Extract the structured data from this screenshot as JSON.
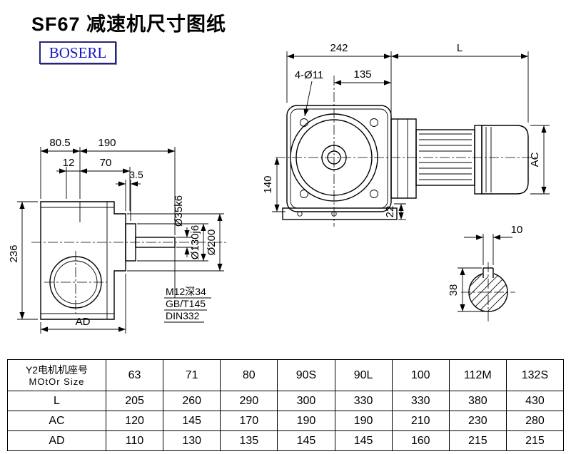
{
  "header": {
    "title": "SF67 减速机尺寸图纸",
    "brand": "BOSERL"
  },
  "main_view": {
    "dim_242": "242",
    "dim_L": "L",
    "label_holes": "4-Ø11",
    "dim_135": "135",
    "dim_140": "140",
    "dim_22": "22",
    "dim_AC": "AC"
  },
  "side_view": {
    "dim_80_5": "80.5",
    "dim_190": "190",
    "dim_12": "12",
    "dim_70": "70",
    "dim_3_5": "3.5",
    "dim_236": "236",
    "dim_AD": "AD",
    "dim_shaft_dia": "Ø35k6",
    "dim_spigot_dia": "Ø130j6",
    "dim_flange_dia": "Ø200",
    "note_line1": "M12深34",
    "note_line2": "GB/T145",
    "note_line3": "DIN332"
  },
  "shaft_section": {
    "dim_key_width": "10",
    "dim_key_height": "38"
  },
  "table": {
    "row_header": {
      "line1": "Y2电机机座号",
      "line2": "MOtOr Size"
    },
    "columns": [
      "63",
      "71",
      "80",
      "90S",
      "90L",
      "100",
      "112M",
      "132S"
    ],
    "rows": [
      {
        "label": "L",
        "values": [
          "205",
          "260",
          "290",
          "300",
          "330",
          "330",
          "380",
          "430"
        ]
      },
      {
        "label": "AC",
        "values": [
          "120",
          "145",
          "170",
          "190",
          "190",
          "210",
          "230",
          "280"
        ]
      },
      {
        "label": "AD",
        "values": [
          "110",
          "130",
          "135",
          "145",
          "145",
          "160",
          "215",
          "215"
        ]
      }
    ]
  }
}
